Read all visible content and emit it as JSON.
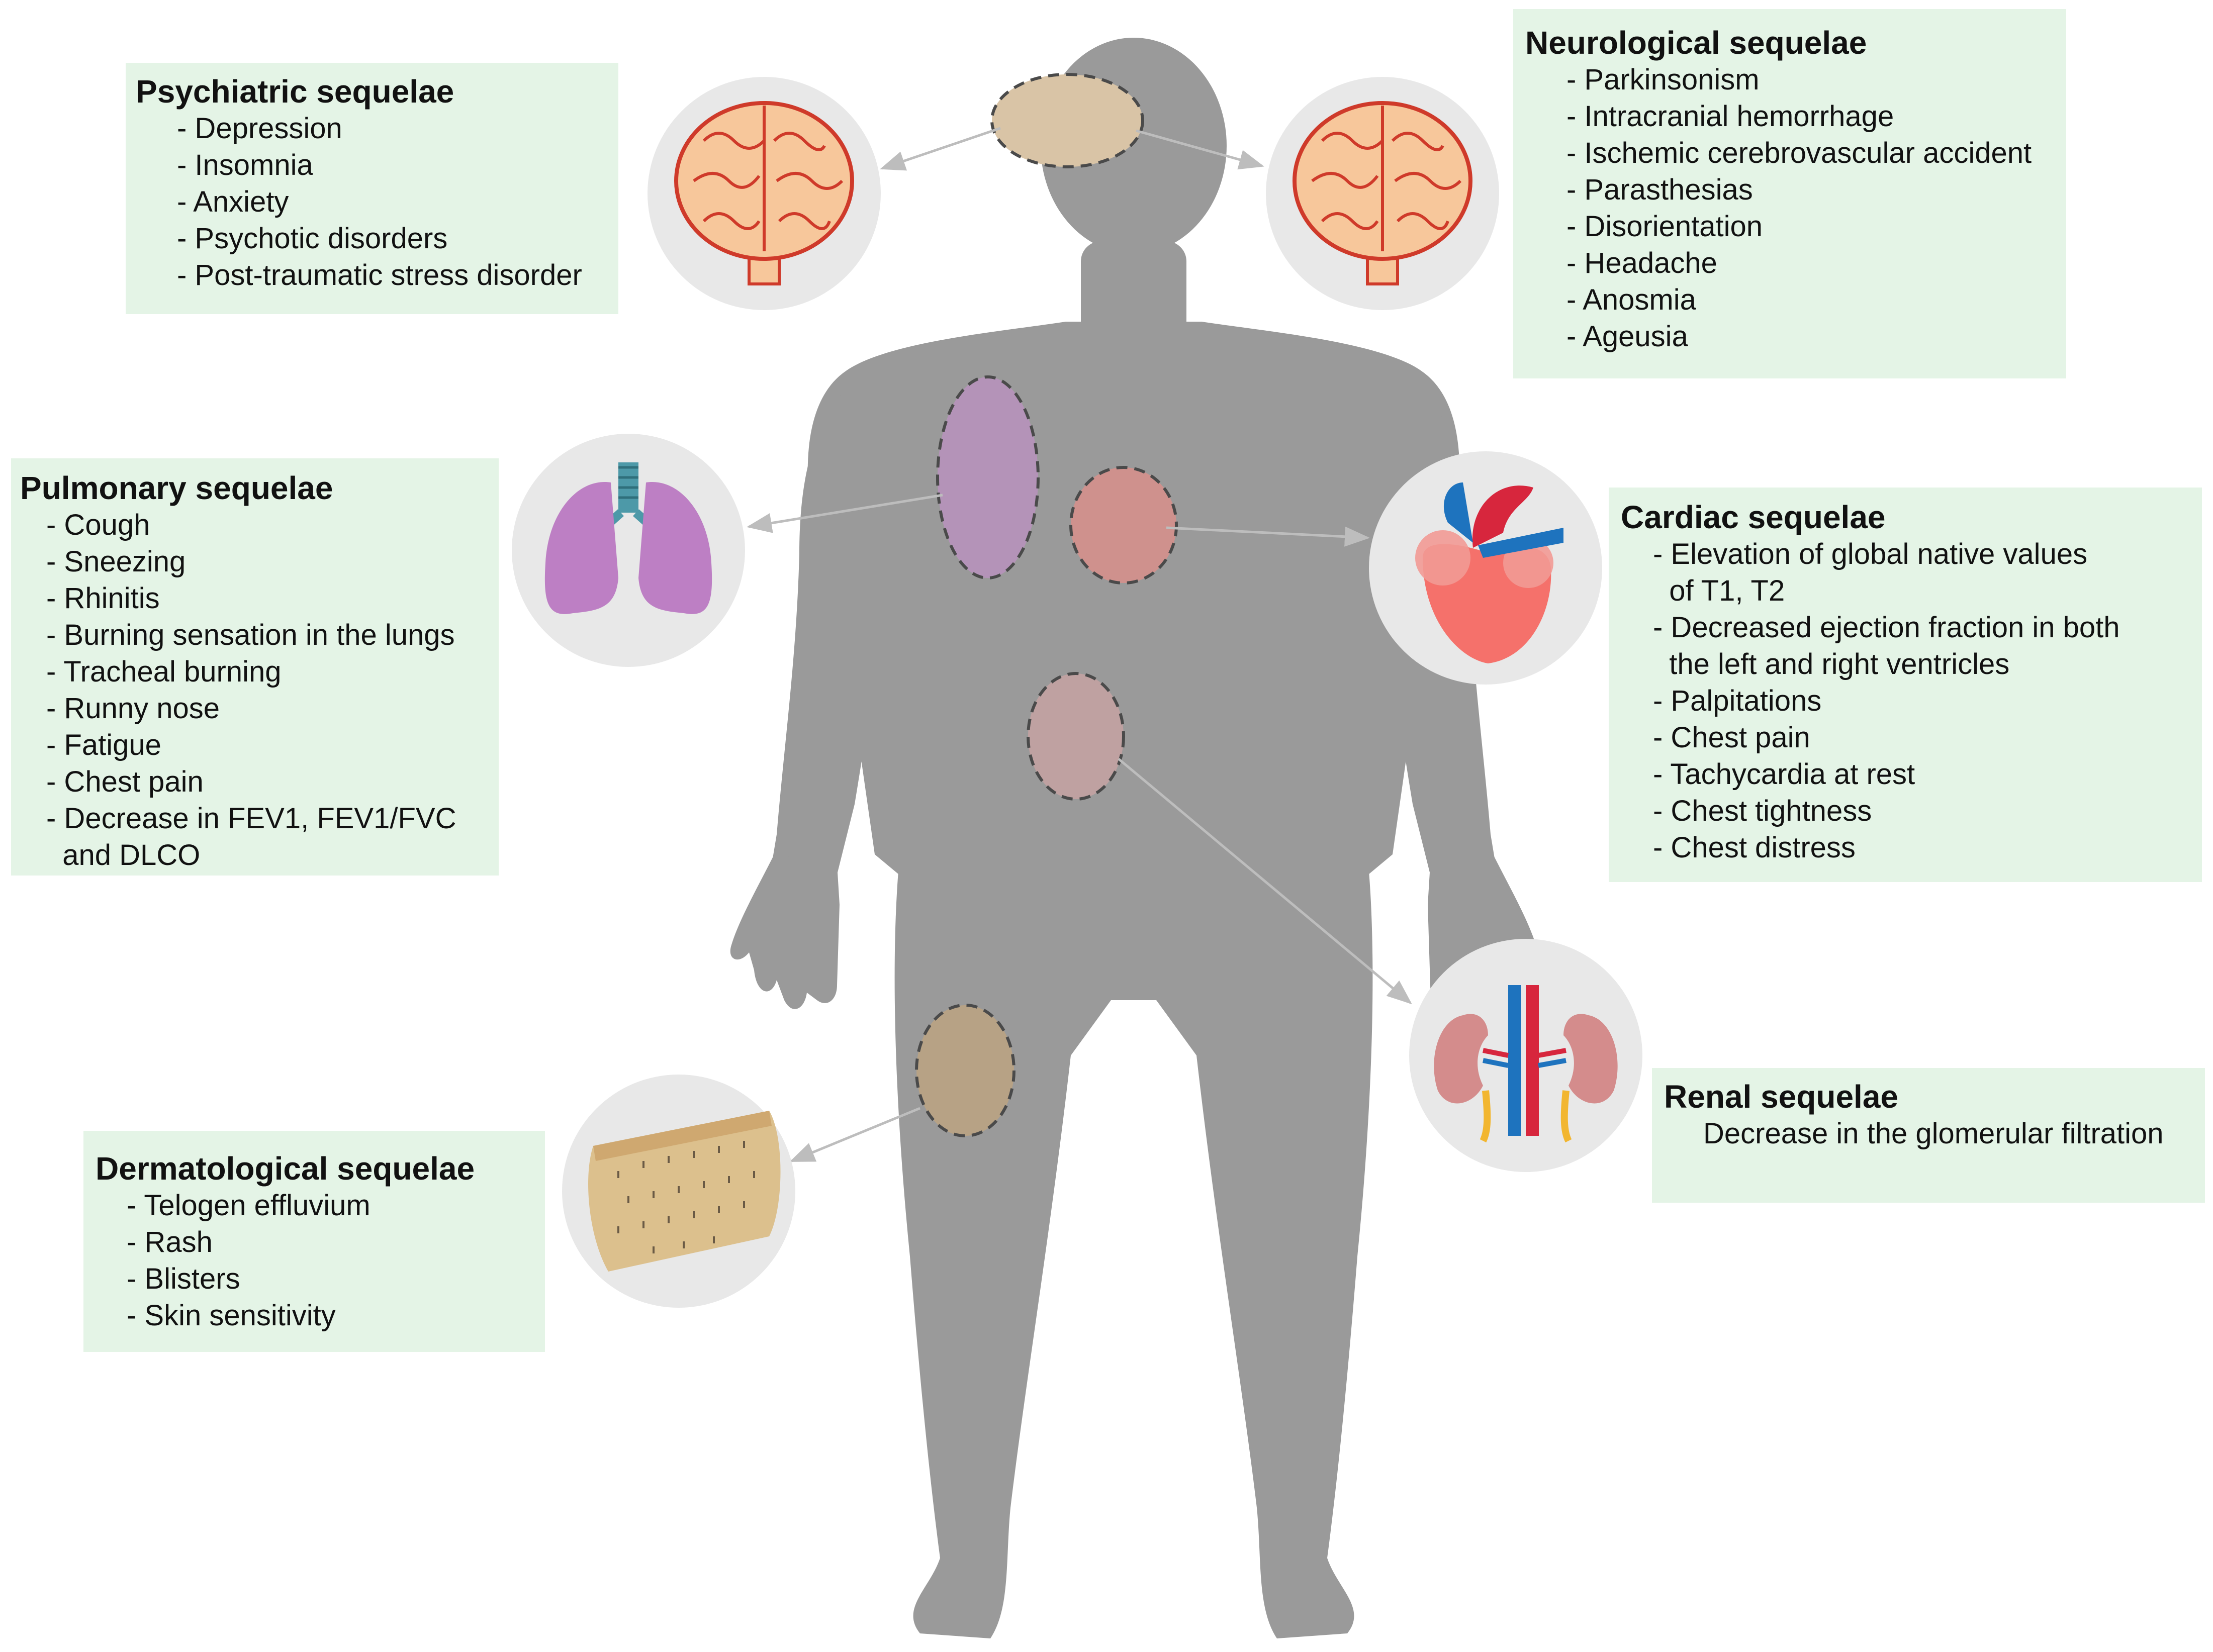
{
  "psychiatric": {
    "title": "Psychiatric sequelae",
    "items": [
      "- Depression",
      "- Insomnia",
      "- Anxiety",
      "- Psychotic disorders",
      "- Post-traumatic stress disorder"
    ]
  },
  "neurological": {
    "title": "Neurological sequelae",
    "items": [
      "- Parkinsonism",
      "- Intracranial hemorrhage",
      "- Ischemic cerebrovascular accident",
      "- Parasthesias",
      "- Disorientation",
      "- Headache",
      "- Anosmia",
      "- Ageusia"
    ]
  },
  "pulmonary": {
    "title": "Pulmonary sequelae",
    "items": [
      "- Cough",
      "- Sneezing",
      "- Rhinitis",
      "- Burning sensation in the lungs",
      "- Tracheal burning",
      "- Runny nose",
      "- Fatigue",
      "- Chest pain",
      "- Decrease in FEV1, FEV1/FVC",
      "  and DLCO"
    ]
  },
  "cardiac": {
    "title": "Cardiac sequelae",
    "items": [
      "- Elevation of global native values",
      "  of T1, T2",
      "- Decreased ejection fraction in both",
      "  the left and right ventricles",
      "- Palpitations",
      "- Chest pain",
      "- Tachycardia at rest",
      "- Chest tightness",
      "- Chest distress"
    ]
  },
  "renal": {
    "title": "Renal sequelae",
    "description": "Decrease in the glomerular filtration"
  },
  "dermatological": {
    "title": "Dermatological sequelae",
    "items": [
      "- Telogen effluvium",
      "- Rash",
      "- Blisters",
      "- Skin sensitivity"
    ]
  },
  "colors": {
    "box_bg": "#e4f4e6",
    "body": "#9a9a9a",
    "circle": "#e8e8e8",
    "brain": "#f7c79b",
    "brain_outline": "#cf3a2a",
    "lung": "#bd7fc4",
    "trachea": "#4d99a8",
    "heart": "#f5716b",
    "artery": "#d7263d",
    "vein": "#1e73be",
    "kidney": "#d48c8c",
    "ureter": "#f2b630",
    "skin": "#dcc08d",
    "region_head": "#d9c4a6",
    "region_lung": "#b493b8",
    "region_heart": "#cf918d",
    "region_kidney": "#bfa1a1",
    "region_skin": "#b7a285"
  }
}
